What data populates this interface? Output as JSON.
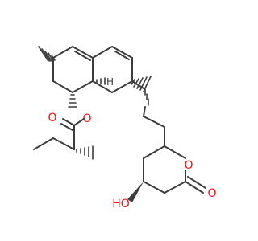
{
  "structure": {
    "colors": {
      "bond": "#3c3c3c",
      "oxygen": "#ff0d0d"
    },
    "atom_labels": {
      "ester_oxygen": "O",
      "carbonyl_oxygen_ester": "O",
      "ring_oxygen": "O",
      "lactone_carbonyl_oxygen": "O",
      "hydroxyl": "HO",
      "ring_junction_hydrogen": "H"
    }
  }
}
